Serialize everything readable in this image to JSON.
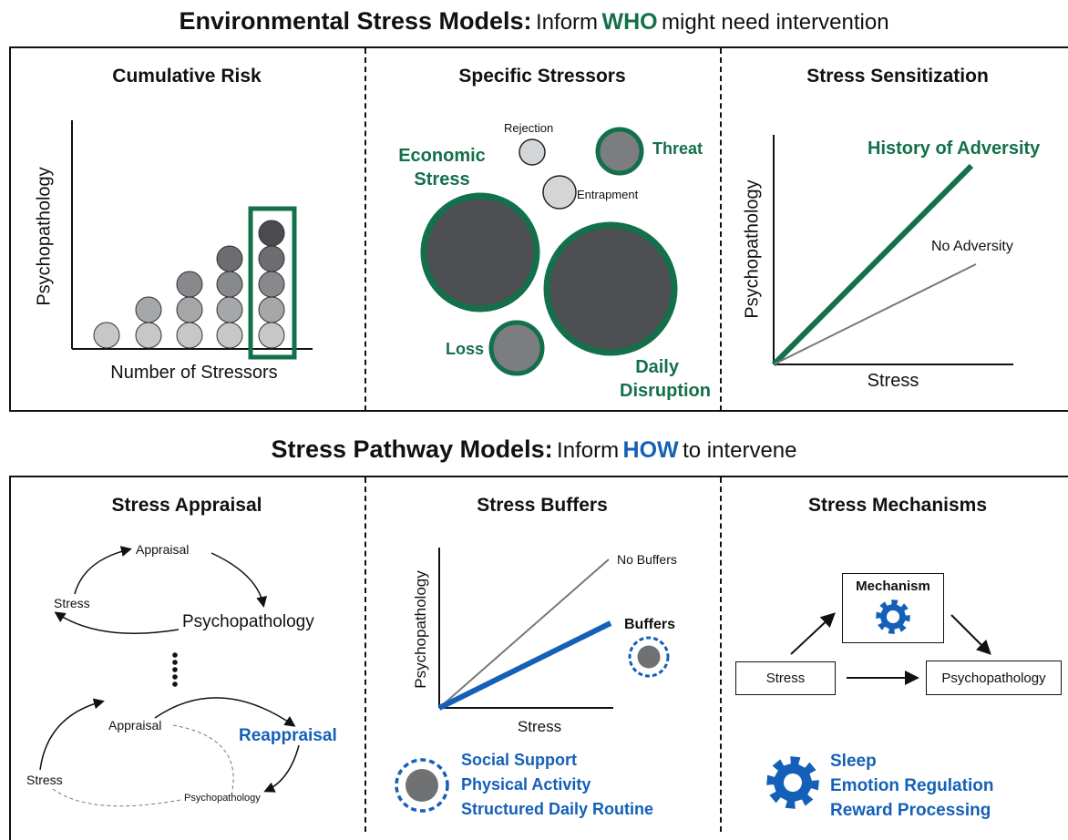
{
  "top": {
    "heading_bold": "Environmental Stress Models:",
    "heading_pre": "Inform",
    "heading_key": "WHO",
    "heading_post": "might need intervention",
    "panels": {
      "cumulative_risk": {
        "title": "Cumulative Risk",
        "ylabel": "Psychopathology",
        "xlabel": "Number of Stressors"
      },
      "specific_stressors": {
        "title": "Specific Stressors",
        "labels": {
          "economic_line1": "Economic",
          "economic_line2": "Stress",
          "rejection": "Rejection",
          "threat": "Threat",
          "entrapment": "Entrapment",
          "loss": "Loss",
          "daily_line1": "Daily",
          "daily_line2": "Disruption"
        }
      },
      "stress_sensitization": {
        "title": "Stress Sensitization",
        "ylabel": "Psychopathology",
        "xlabel": "Stress",
        "line_high": "History of Adversity",
        "line_low": "No Adversity"
      }
    }
  },
  "bottom": {
    "heading_bold": "Stress Pathway Models:",
    "heading_pre": "Inform",
    "heading_key": "HOW",
    "heading_post": "to intervene",
    "panels": {
      "stress_appraisal": {
        "title": "Stress Appraisal",
        "cycle1": {
          "appraisal": "Appraisal",
          "stress": "Stress",
          "psychopathology": "Psychopathology"
        },
        "cycle2": {
          "appraisal": "Appraisal",
          "stress": "Stress",
          "psychopathology": "Psychopathology"
        },
        "reappraisal": "Reappraisal"
      },
      "stress_buffers": {
        "title": "Stress Buffers",
        "ylabel": "Psychopathology",
        "xlabel": "Stress",
        "line_none": "No Buffers",
        "line_buffers": "Buffers",
        "list": [
          "Social Support",
          "Physical Activity",
          "Structured Daily Routine"
        ]
      },
      "stress_mechanisms": {
        "title": "Stress Mechanisms",
        "node_mechanism": "Mechanism",
        "node_stress": "Stress",
        "node_outcome": "Psychopathology",
        "list": [
          "Sleep",
          "Emotion Regulation",
          "Reward Processing"
        ]
      }
    }
  },
  "colors": {
    "green": "#13704a",
    "blue": "#1460b8",
    "dark_circle": "#4e4f53",
    "mid_circle": "#7c7d80",
    "light_circle": "#c8c9cb"
  }
}
